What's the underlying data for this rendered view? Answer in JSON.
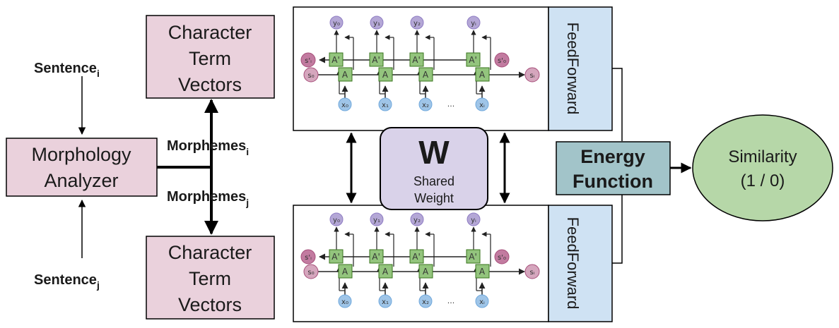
{
  "inputs": {
    "sentence_i": {
      "base": "Sentence",
      "sub": "i"
    },
    "sentence_j": {
      "base": "Sentence",
      "sub": "j"
    }
  },
  "analyzer": {
    "line1": "Morphology",
    "line2": "Analyzer"
  },
  "morphemes": {
    "i": {
      "base": "Morphemes",
      "sub": "i"
    },
    "j": {
      "base": "Morphemes",
      "sub": "j"
    }
  },
  "term_vectors": {
    "line1": "Character",
    "line2": "Term",
    "line3": "Vectors"
  },
  "rnn": {
    "outputs": [
      "y₀",
      "y₁",
      "y₂",
      "yᵢ"
    ],
    "inputs": [
      "x₀",
      "x₁",
      "x₂",
      "xᵢ"
    ],
    "forward_cell": "A",
    "backward_cell": "A'",
    "state_start": "s₀",
    "state_end": "sᵢ",
    "back_state_start": "s'₀",
    "back_state_end": "s'ᵢ",
    "ellipsis": "..."
  },
  "feedforward": {
    "label": "FeedForward"
  },
  "shared_weight": {
    "symbol": "W",
    "line1": "Shared",
    "line2": "Weight"
  },
  "energy": {
    "line1": "Energy",
    "line2": "Function"
  },
  "similarity": {
    "line1": "Similarity",
    "line2": "(1 / 0)"
  },
  "colors": {
    "pink_box": "#ead1dc",
    "feedforward": "#cfe2f3",
    "shared_weight": "#d9d2e9",
    "energy": "#a2c4c9",
    "similarity": "#b6d7a8",
    "cell": "#93c47d",
    "input_node": "#9fc5e8",
    "output_node": "#b4a7d6",
    "state_node": "#d5a6bd",
    "back_state_node": "#c27ba0"
  }
}
